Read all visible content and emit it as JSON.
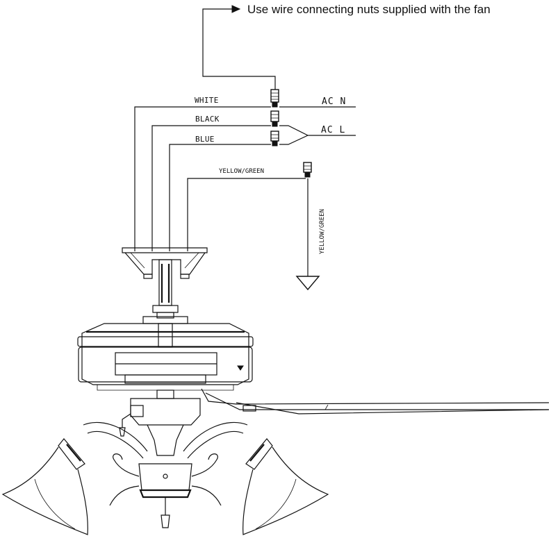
{
  "note": "Use wire connecting nuts supplied with the fan",
  "wires": {
    "white": "WHITE",
    "black": "BLACK",
    "blue": "BLUE",
    "ground_horizontal": "YELLOW/GREEN",
    "ground_vertical": "YELLOW/GREEN"
  },
  "supply": {
    "neutral": "AC  N",
    "live": "AC  L"
  },
  "icons": {
    "connector": "wire-nut-icon",
    "ground": "ground-symbol-icon"
  }
}
